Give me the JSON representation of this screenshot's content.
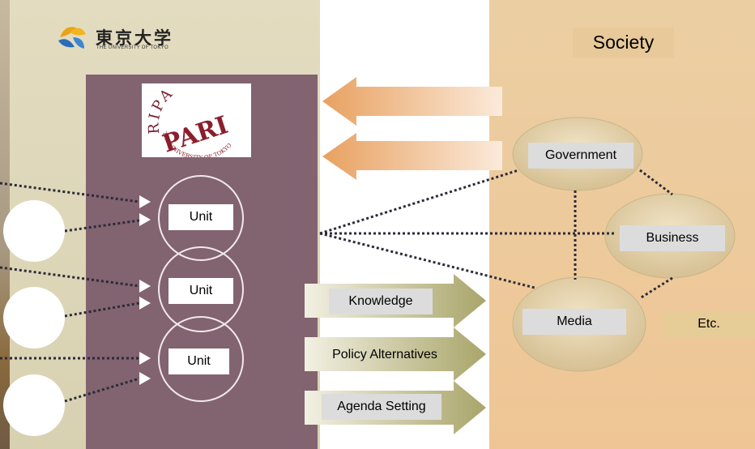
{
  "header": {
    "university_name": "東京大学",
    "university_subtitle": "THE UNIVERSITY OF TOKYO"
  },
  "society": {
    "title": "Society",
    "nodes": {
      "government": "Government",
      "business": "Business",
      "media": "Media",
      "etc": "Etc."
    }
  },
  "pari": {
    "logo_text": "PARI",
    "logo_arc_top": "RIPA",
    "logo_arc_bottom": "THE UNIVERSITY OF TOKYO",
    "units": [
      "Unit",
      "Unit",
      "Unit"
    ]
  },
  "outputs": [
    "Knowledge",
    "Policy Alternatives",
    "Agenda Setting"
  ],
  "colors": {
    "left_panel": "#e3dcc0",
    "pari_box": "#826370",
    "society_panel": "#efc595",
    "arrow_orange": "#e8a767",
    "arrow_green": "#b8b37c",
    "ellipse": "#dcc9a0",
    "dotted_line": "#2b2b3a"
  }
}
